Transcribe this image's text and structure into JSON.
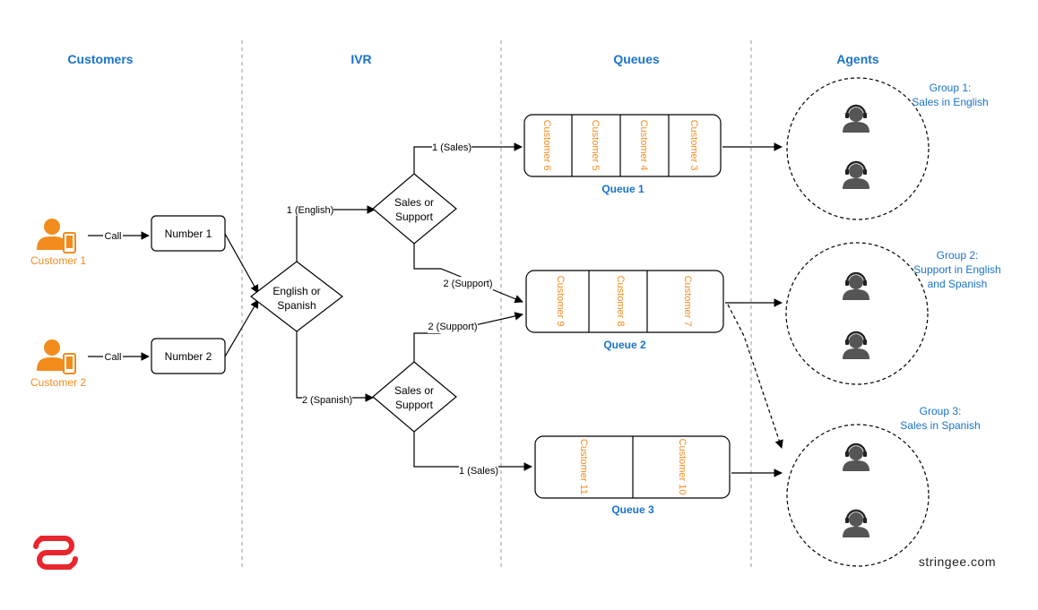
{
  "headers": {
    "customers": "Customers",
    "ivr": "IVR",
    "queues": "Queues",
    "agents": "Agents"
  },
  "customers": [
    {
      "label": "Customer 1",
      "call_label": "Call"
    },
    {
      "label": "Customer 2",
      "call_label": "Call"
    }
  ],
  "numbers": [
    "Number 1",
    "Number 2"
  ],
  "ivr": {
    "language": [
      "English or",
      "Spanish"
    ],
    "sales_support_top": [
      "Sales or",
      "Support"
    ],
    "sales_support_bottom": [
      "Sales or",
      "Support"
    ],
    "edges": {
      "english": "1 (English)",
      "spanish": "2 (Spanish)",
      "sales_top": "1 (Sales)",
      "support_top": "2 (Support)",
      "support_bottom": "2 (Support)",
      "sales_bottom": "1 (Sales)"
    }
  },
  "queues": [
    {
      "name": "Queue 1",
      "slots": [
        "Customer 6",
        "Customer 5",
        "Customer 4",
        "Customer 3"
      ]
    },
    {
      "name": "Queue 2",
      "slots": [
        "Customer 9",
        "Customer 8",
        "Customer 7"
      ]
    },
    {
      "name": "Queue 3",
      "slots": [
        "Customer 11",
        "Customer 10"
      ]
    }
  ],
  "groups": [
    {
      "lines": [
        "Group 1:",
        "Sales in English"
      ]
    },
    {
      "lines": [
        "Group 2:",
        "Support in English",
        "and Spanish"
      ]
    },
    {
      "lines": [
        "Group 3:",
        "Sales in Spanish"
      ]
    }
  ],
  "brand": "stringee.com",
  "colors": {
    "accent_blue": "#1a73c9",
    "customer_orange": "#f28c1c",
    "agent_gray": "#555555",
    "logo_red": "#e8262d"
  },
  "icons": {
    "customer": "person-with-phone-icon",
    "agent": "agent-headset-icon",
    "logo": "stringee-logo-icon"
  }
}
